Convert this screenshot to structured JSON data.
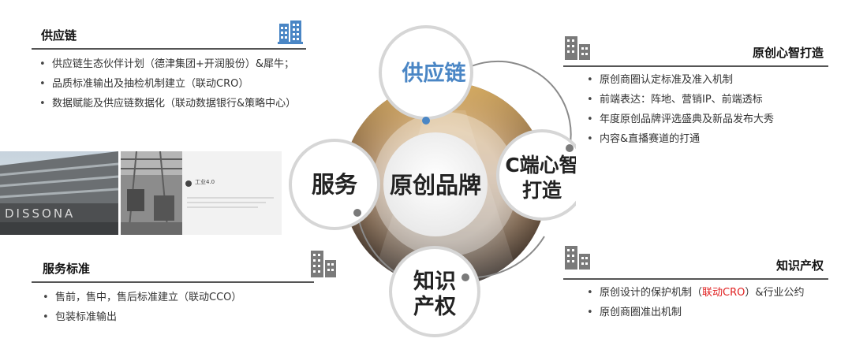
{
  "supply_chain_panel": {
    "title": "供应链",
    "items": [
      "供应链生态伙伴计划（德津集团+开润股份）&犀牛；",
      "品质标准输出及抽检机制建立（联动CRO）",
      "数据赋能及供应链数据化（联动数据银行&策略中心）"
    ]
  },
  "service_panel": {
    "title": "服务标准",
    "items": [
      "售前，售中，售后标准建立（联动CCO）",
      "包装标准输出"
    ]
  },
  "mind_panel": {
    "title": "原创心智打造",
    "items": [
      "原创商圈认定标准及准入机制",
      "前端表达：阵地、营销IP、前端透标",
      "年度原创品牌评选盛典及新品发布大秀",
      "内容&直播赛道的打通"
    ]
  },
  "ip_panel": {
    "title": "知识产权",
    "item1_before": "原创设计的保护机制（",
    "item1_highlight": "联动CRO",
    "item1_after": "）&行业公约",
    "item2": "原创商圈准出机制"
  },
  "photos": {
    "building_sign": "DISSONA",
    "slide_title": "工业4.0"
  },
  "diagram": {
    "center": "原创品牌",
    "top": "供应链",
    "left": "服务",
    "right_line1": "C端心智",
    "right_line2": "打造",
    "bottom_line1": "知识",
    "bottom_line2": "产权"
  },
  "colors": {
    "accent_blue": "#4a86c5",
    "highlight_red": "#e02020",
    "icon_gray": "#7a7a7a"
  },
  "icons": [
    "building-icon-blue",
    "building-icon-gray"
  ]
}
